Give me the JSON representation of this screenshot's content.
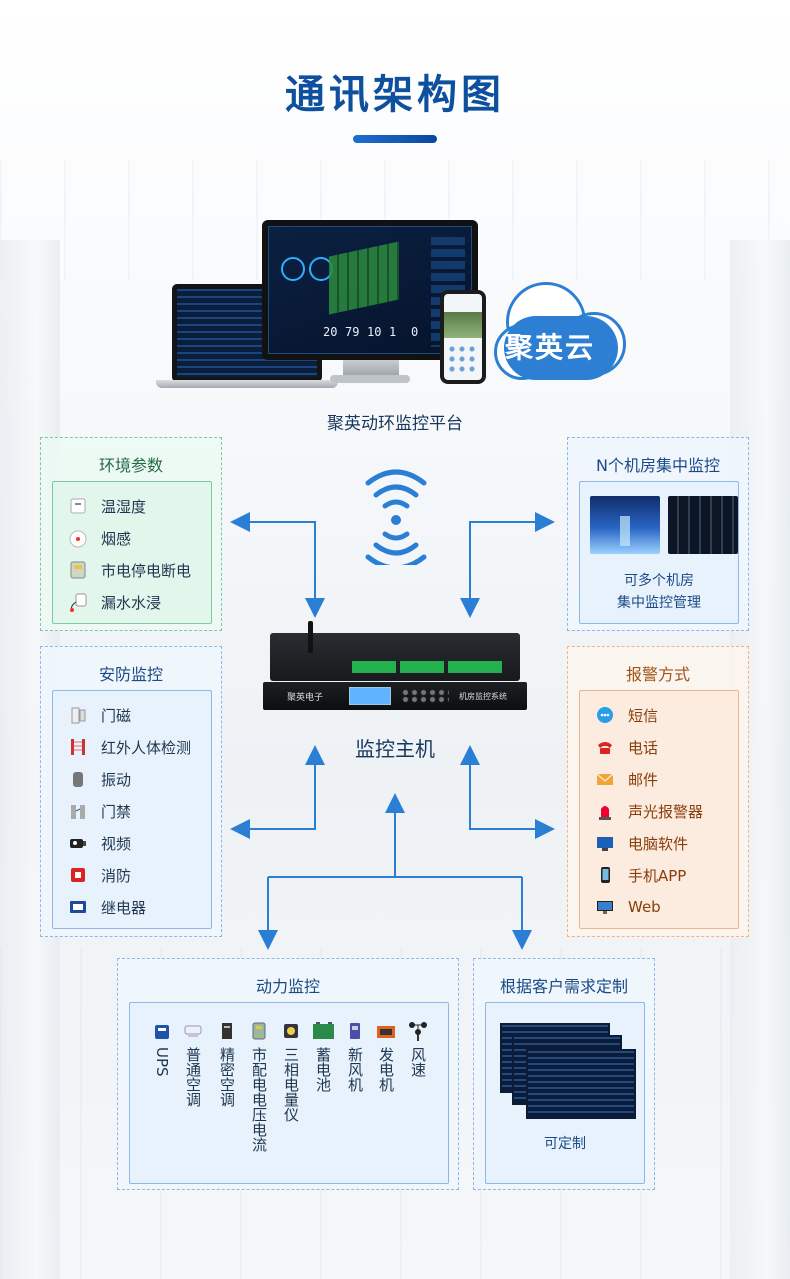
{
  "title": "通讯架构图",
  "platform": {
    "label": "聚英动环监控平台",
    "cloud_text": "聚英云",
    "monitor_kpis": [
      "20",
      "79",
      "10",
      "1",
      "0"
    ]
  },
  "host": {
    "label": "监控主机",
    "brand": "聚英电子",
    "panel_label": "机房监控系统"
  },
  "environment": {
    "title": "环境参数",
    "items": [
      "温湿度",
      "烟感",
      "市电停电断电",
      "漏水水浸"
    ]
  },
  "multi_room": {
    "title": "N个机房集中监控",
    "caption_line1": "可多个机房",
    "caption_line2": "集中监控管理"
  },
  "security": {
    "title": "安防监控",
    "items": [
      "门磁",
      "红外人体检测",
      "振动",
      "门禁",
      "视频",
      "消防",
      "继电器"
    ]
  },
  "alarm": {
    "title": "报警方式",
    "items": [
      "短信",
      "电话",
      "邮件",
      "声光报警器",
      "电脑软件",
      "手机APP",
      "Web"
    ]
  },
  "power": {
    "title": "动力监控",
    "items": [
      "UPS",
      "普通空调",
      "精密空调",
      "市配电电压电流",
      "三相电量仪",
      "蓄电池",
      "新风机",
      "发电机",
      "风速"
    ]
  },
  "custom": {
    "title": "根据客户需求定制",
    "caption": "可定制"
  },
  "colors": {
    "title": "#0e4f9e",
    "arrow": "#2a7fd4",
    "green": "#7cc9a4",
    "blue": "#8fb8e6",
    "orange": "#f0b48a"
  },
  "icons": {
    "environment": [
      "thermometer-sensor-icon",
      "smoke-detector-icon",
      "power-meter-icon",
      "water-leak-sensor-icon"
    ],
    "security": [
      "door-contact-icon",
      "infrared-beam-icon",
      "vibration-sensor-icon",
      "turnstile-icon",
      "camera-icon",
      "fire-alarm-icon",
      "relay-icon"
    ],
    "alarm": [
      "chat-bubble-icon",
      "telephone-icon",
      "envelope-icon",
      "siren-icon",
      "computer-icon",
      "mobile-phone-icon",
      "monitor-icon"
    ],
    "power": [
      "ups-icon",
      "air-conditioner-icon",
      "precision-ac-icon",
      "distribution-box-icon",
      "power-meter-icon",
      "battery-icon",
      "fresh-air-icon",
      "generator-icon",
      "anemometer-icon"
    ]
  }
}
